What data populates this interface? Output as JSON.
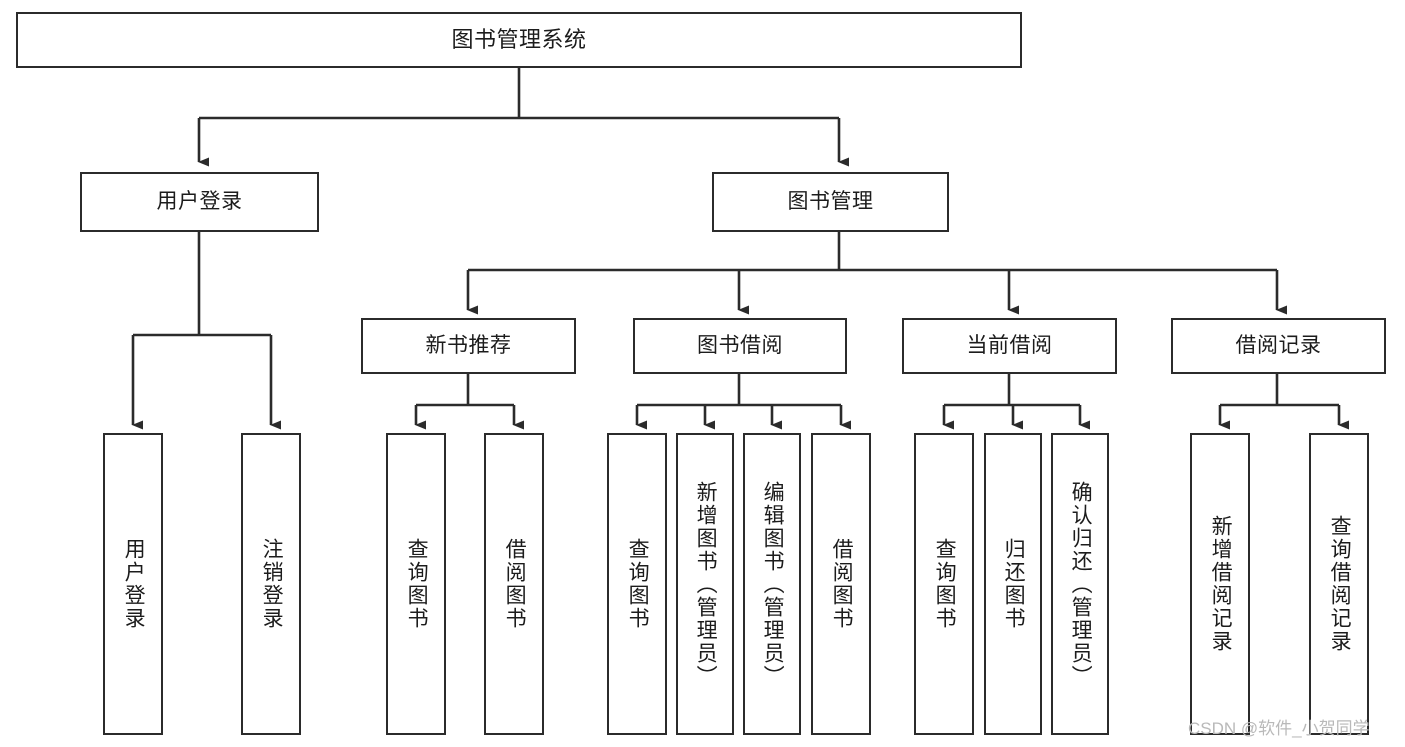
{
  "diagram": {
    "type": "tree",
    "title": "图书管理系统",
    "orientation": "top-down",
    "colors": {
      "box_border": "#2b2b2b",
      "box_fill": "#ffffff",
      "connector": "#2b2b2b",
      "text": "#1c1c1c",
      "background": "#ffffff",
      "watermark": "#b9b9b9"
    },
    "root": {
      "label": "图书管理系统"
    },
    "level2": [
      {
        "label": "用户登录"
      },
      {
        "label": "图书管理"
      }
    ],
    "level3": [
      {
        "label": "新书推荐"
      },
      {
        "label": "图书借阅"
      },
      {
        "label": "当前借阅"
      },
      {
        "label": "借阅记录"
      }
    ],
    "leaves": {
      "user_login": [
        {
          "label": "用户登录"
        },
        {
          "label": "注销登录"
        }
      ],
      "new_book_recommend": [
        {
          "label": "查询图书"
        },
        {
          "label": "借阅图书"
        }
      ],
      "book_borrow": [
        {
          "label": "查询图书"
        },
        {
          "label": "新增图书（管理员）"
        },
        {
          "label": "编辑图书（管理员）"
        },
        {
          "label": "借阅图书"
        }
      ],
      "current_borrow": [
        {
          "label": "查询图书"
        },
        {
          "label": "归还图书"
        },
        {
          "label": "确认归还（管理员）"
        }
      ],
      "borrow_record": [
        {
          "label": "新增借阅记录"
        },
        {
          "label": "查询借阅记录"
        }
      ]
    }
  },
  "watermark": {
    "text": "CSDN @软件_小贺同学"
  }
}
